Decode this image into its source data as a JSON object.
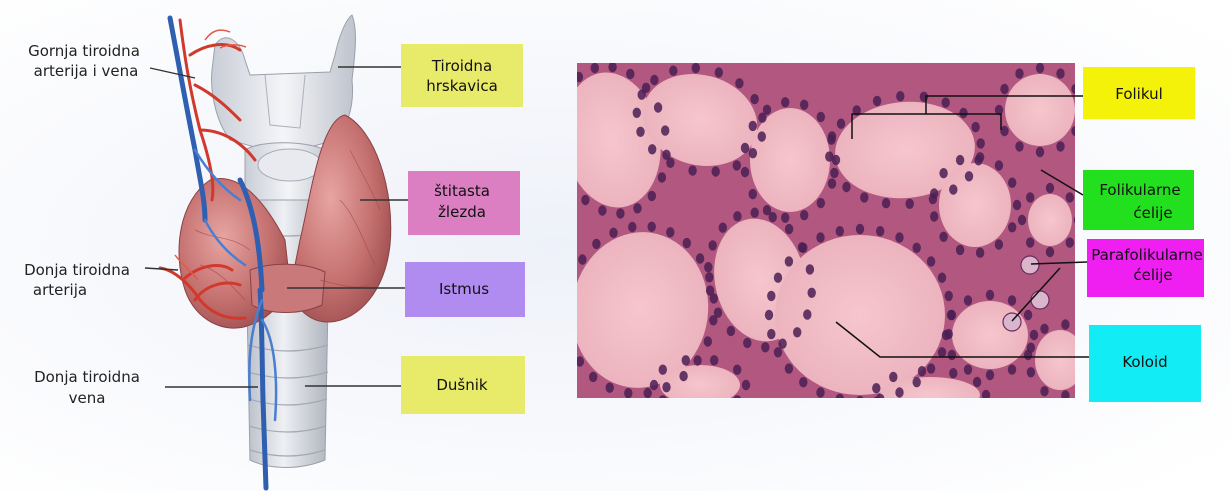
{
  "left_labels": {
    "superior": [
      "Gornja tiroidna",
      "arterija i vena"
    ],
    "inferior_artery": [
      "Donja tiroidna",
      "arterija"
    ],
    "inferior_vein": [
      "Donja tiroidna",
      "vena"
    ]
  },
  "anatomy_boxes": {
    "cartilage": {
      "lines": [
        "Tiroidna",
        "hrskavica"
      ],
      "color": "#e8ea6a"
    },
    "gland": {
      "lines": [
        "štitasta",
        "žlezda"
      ],
      "color": "#dc7fc2"
    },
    "isthmus": {
      "lines": [
        "Istmus"
      ],
      "color": "#b08cf0"
    },
    "trachea": {
      "lines": [
        "Dušnik"
      ],
      "color": "#e8ea6a"
    }
  },
  "histology_boxes": {
    "follicle": {
      "lines": [
        "Folikul"
      ],
      "color": "#f5f20a"
    },
    "follicular_cells": {
      "lines": [
        "Folikularne",
        "ćelije"
      ],
      "color": "#22e01e"
    },
    "parafollicular_cells": {
      "lines": [
        "Parafolikularne",
        "ćelije"
      ],
      "color": "#ee1ff0"
    },
    "colloid": {
      "lines": [
        "Koloid"
      ],
      "color": "#12ecf5"
    }
  }
}
